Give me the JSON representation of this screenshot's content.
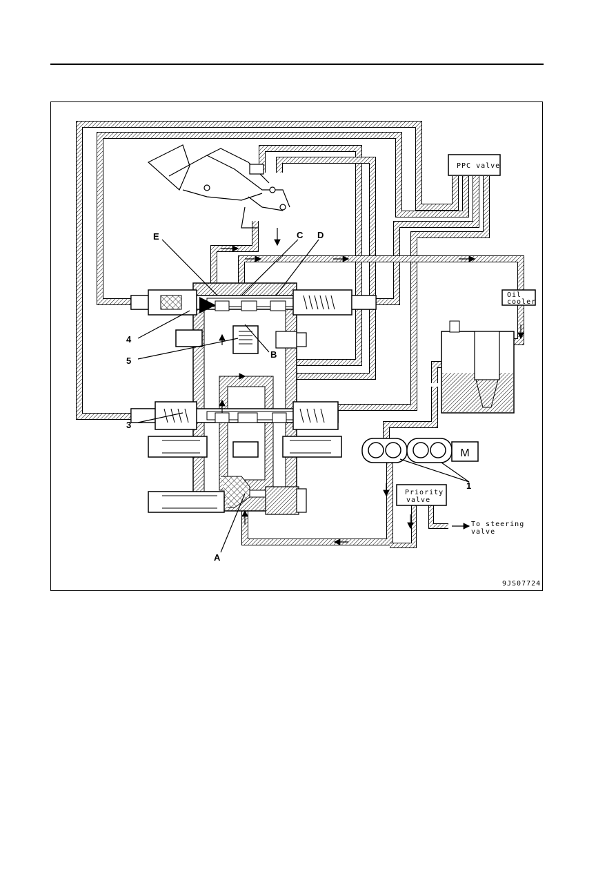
{
  "figure": {
    "labels": {
      "ppc_valve": "PPC valve",
      "oil_cooler_line1": "Oil",
      "oil_cooler_line2": "cooler",
      "priority_valve_line1": "Priority",
      "priority_valve_line2": "valve",
      "to_steering_line1": "To steering",
      "to_steering_line2": "valve",
      "motor": "M",
      "figure_code": "9JS07724"
    },
    "callouts": {
      "A": "A",
      "B": "B",
      "C": "C",
      "D": "D",
      "E": "E",
      "n1": "1",
      "n3": "3",
      "n4": "4",
      "n5": "5"
    }
  }
}
